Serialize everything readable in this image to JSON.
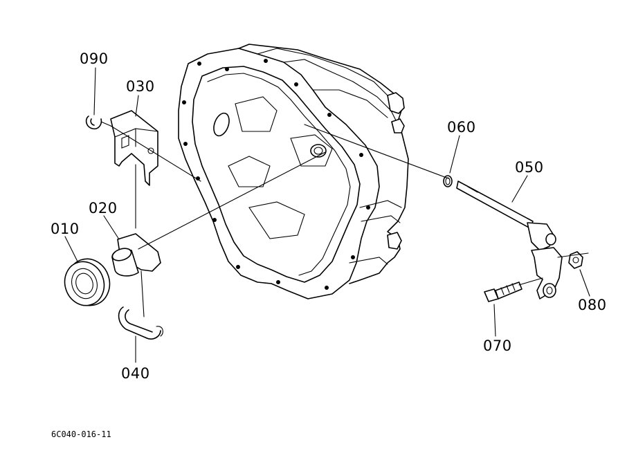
{
  "diagram": {
    "figure_id": "6C040-016-11",
    "callouts": {
      "p010": "010",
      "p020": "020",
      "p030": "030",
      "p040": "040",
      "p050": "050",
      "p060": "060",
      "p070": "070",
      "p080": "080",
      "p090": "090"
    }
  }
}
